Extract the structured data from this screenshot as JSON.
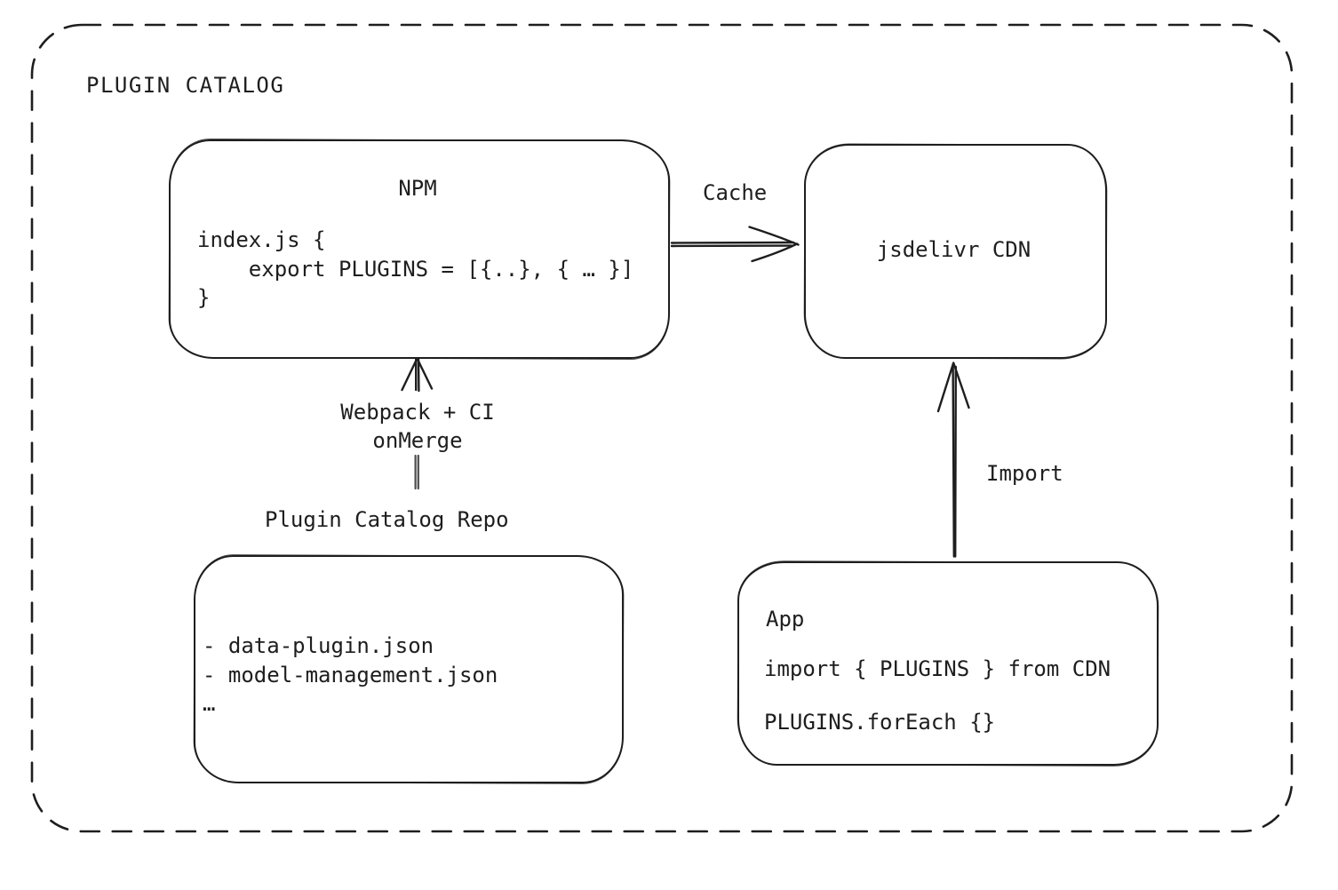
{
  "diagram": {
    "title": "PLUGIN CATALOG",
    "colors": {
      "ink": "#1e1e1e",
      "background": "#ffffff"
    },
    "nodes": {
      "npm": {
        "title": "NPM",
        "code": [
          "index.js {",
          "    export PLUGINS = [{..}, { … }]",
          "}"
        ]
      },
      "cdn": {
        "title": "jsdelivr CDN"
      },
      "repo": {
        "title": "Plugin Catalog Repo",
        "files": [
          "- data-plugin.json",
          "- model-management.json",
          "…"
        ]
      },
      "app": {
        "title": "App",
        "code": [
          "import { PLUGINS } from CDN",
          "PLUGINS.forEach {}"
        ]
      }
    },
    "edges": {
      "cache": {
        "label": "Cache"
      },
      "build": {
        "label_line1": "Webpack + CI",
        "label_line2": "onMerge"
      },
      "import": {
        "label": "Import"
      }
    }
  }
}
